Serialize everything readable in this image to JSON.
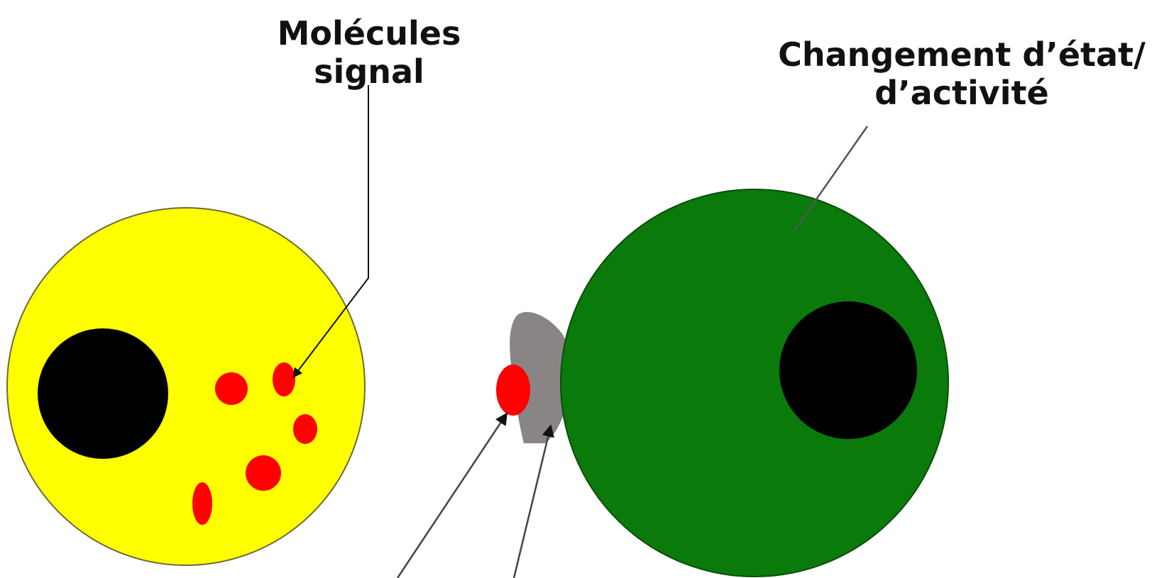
{
  "labels": {
    "signal_line1": "Molécules",
    "signal_line2": "signal",
    "change_line1": "Changement d’état/",
    "change_line2": "d’activité"
  },
  "colors": {
    "emitting_cell": "#ffff00",
    "target_cell": "#0a7a0a",
    "nucleus": "#000000",
    "signal_molecule": "#ff0000",
    "receptor": "#8a8585",
    "pointer_line": "#333333"
  }
}
